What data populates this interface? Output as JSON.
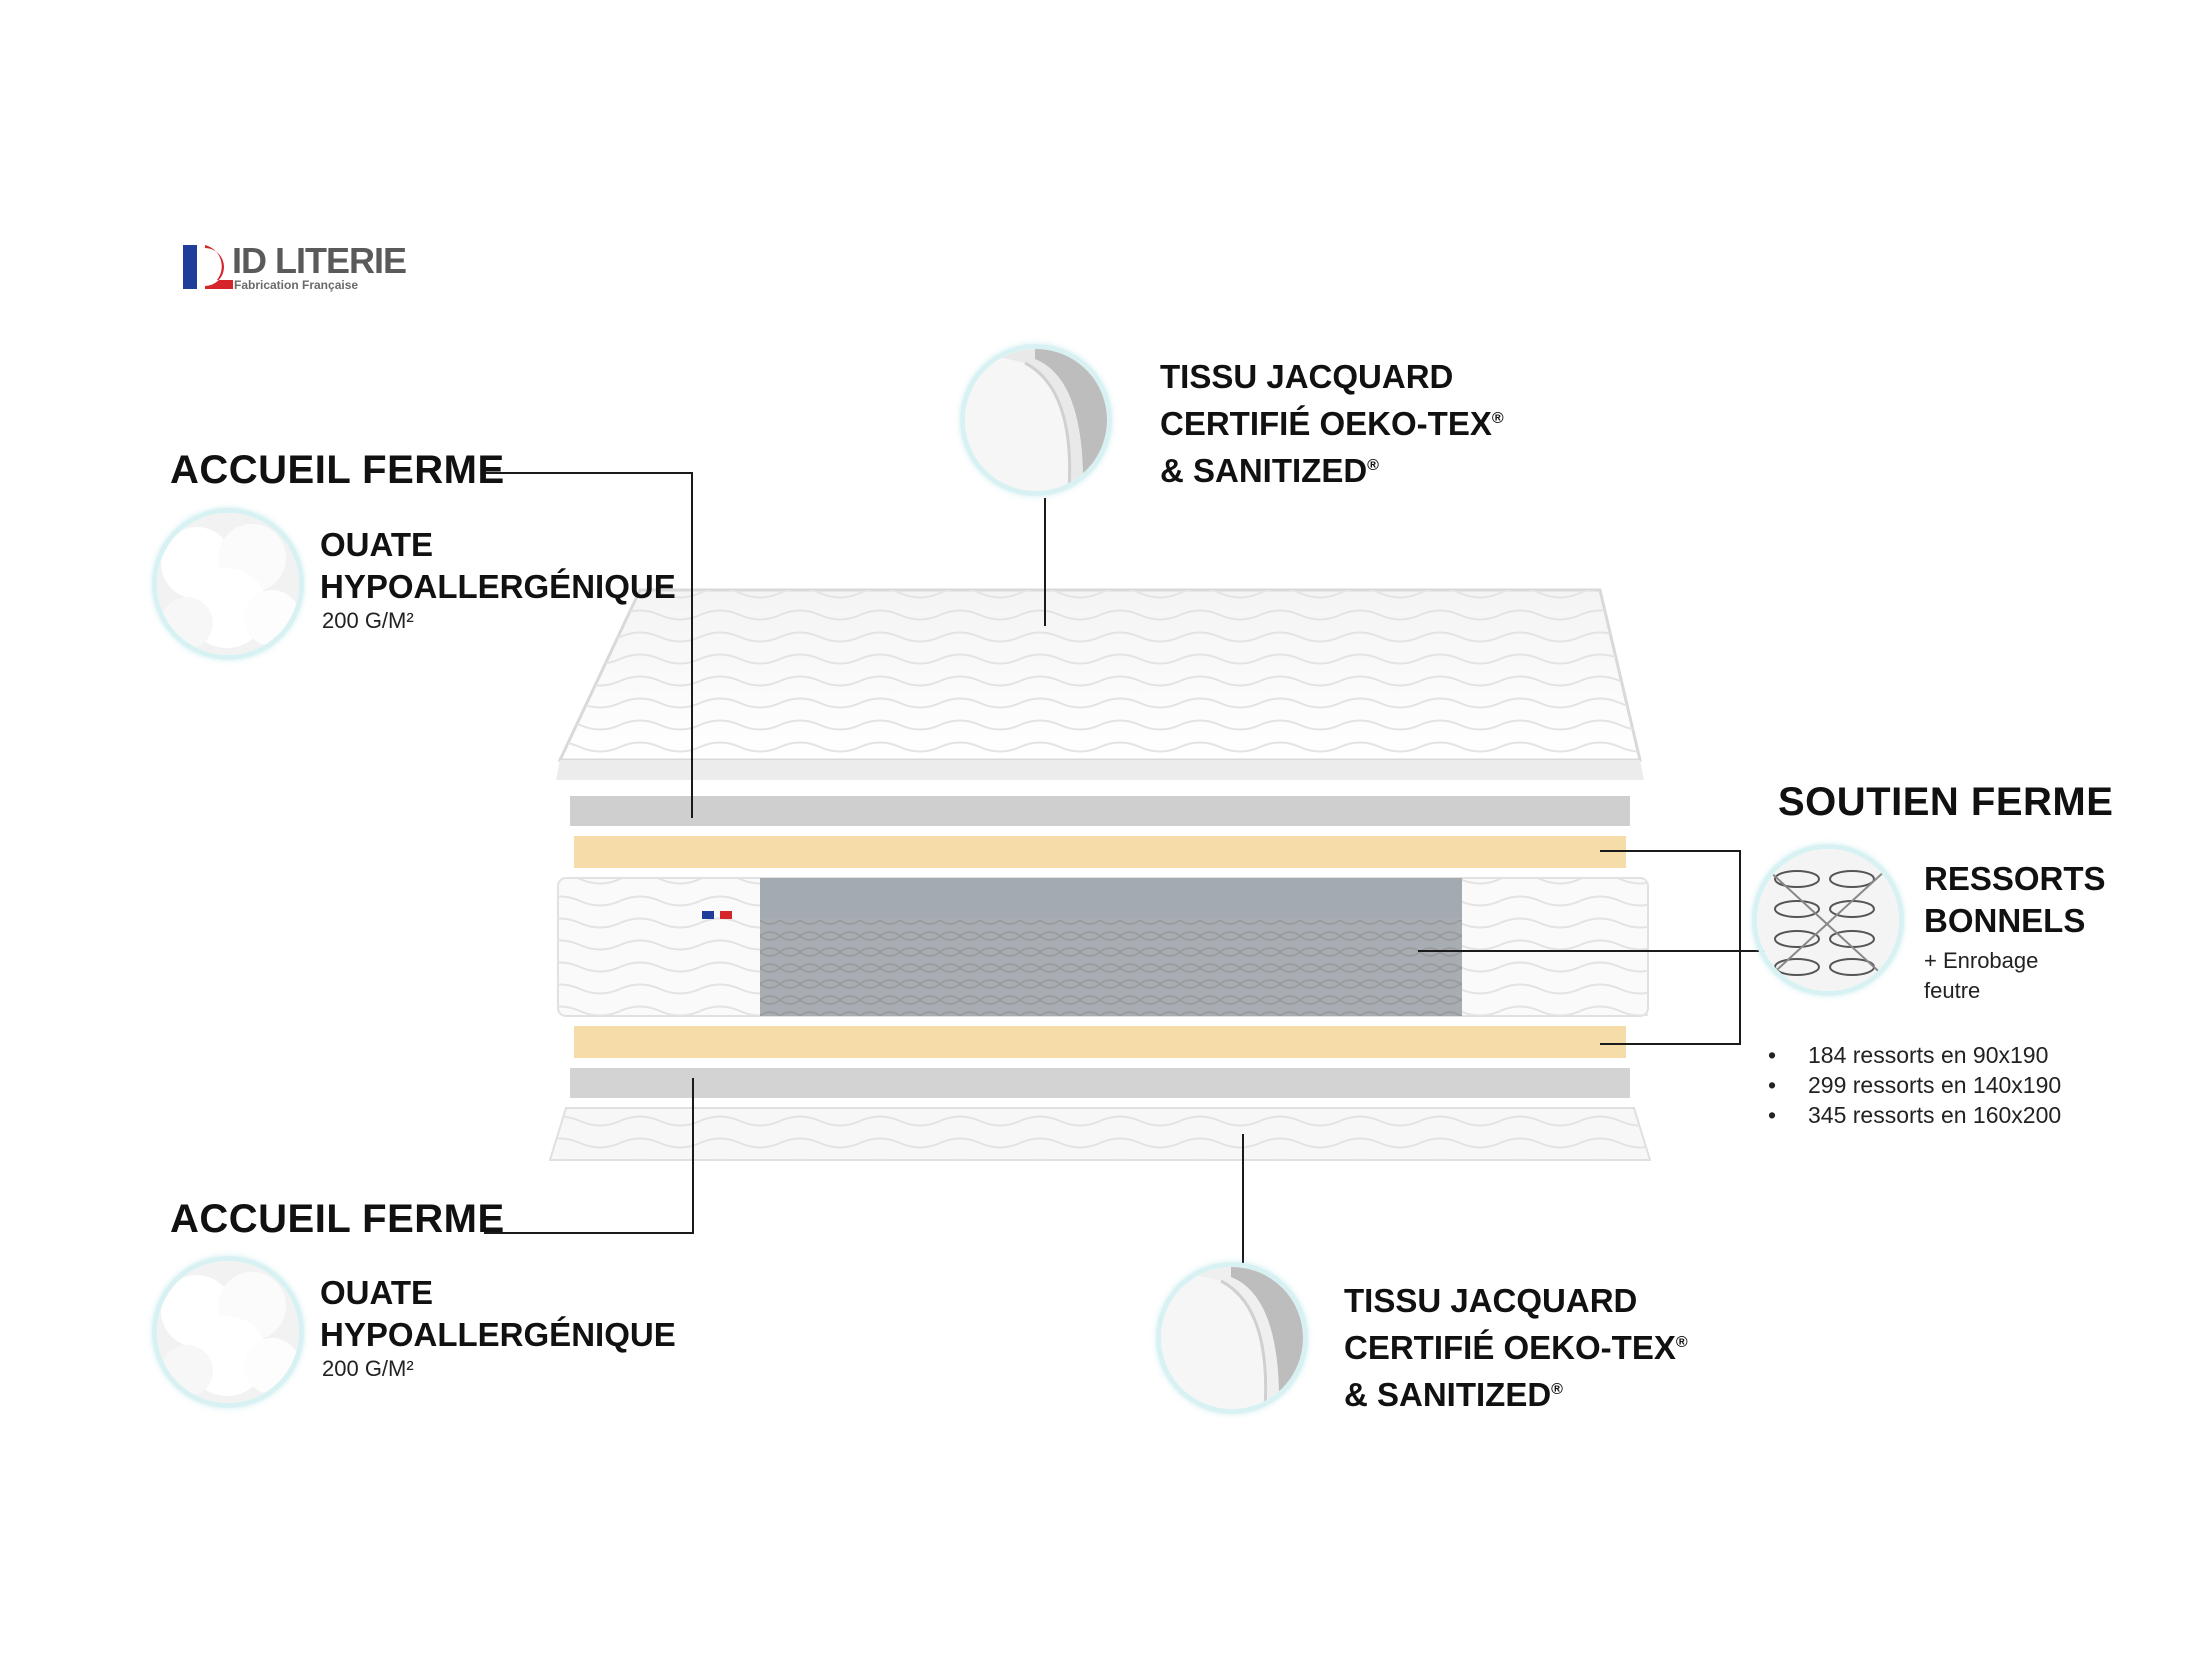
{
  "logo": {
    "name": "ID LITERIE",
    "tagline": "Fabrication Française"
  },
  "colors": {
    "blue": "#1f3d99",
    "red": "#d6242b",
    "foam": "#f5dca8",
    "felt": "#c9c9c9",
    "lines": "#1a1a1a"
  },
  "top_fabric": {
    "line1": "TISSU JACQUARD",
    "line2": "CERTIFIÉ OEKO-TEX",
    "line3": "& SANITIZED",
    "reg": "®"
  },
  "bottom_fabric": {
    "line1": "TISSU JACQUARD",
    "line2": "CERTIFIÉ OEKO-TEX",
    "line3": "& SANITIZED",
    "reg": "®"
  },
  "comfort_top": {
    "heading": "ACCUEIL FERME",
    "line1": "OUATE",
    "line2": "HYPOALLERGÉNIQUE",
    "weight": "200 G/M²"
  },
  "comfort_bottom": {
    "heading": "ACCUEIL FERME",
    "line1": "OUATE",
    "line2": "HYPOALLERGÉNIQUE",
    "weight": "200 G/M²"
  },
  "support": {
    "heading": "SOUTIEN FERME",
    "line1": "RESSORTS",
    "line2": "BONNELS",
    "extra1": "+ Enrobage",
    "extra2": "feutre",
    "counts": [
      "184 ressorts en 90x190",
      "299 ressorts en 140x190",
      "345 ressorts en 160x200"
    ]
  },
  "icons": [
    "flag-logo-icon",
    "fabric-swatch-icon",
    "cotton-icon",
    "spring-icon",
    "flag-label-icon"
  ]
}
